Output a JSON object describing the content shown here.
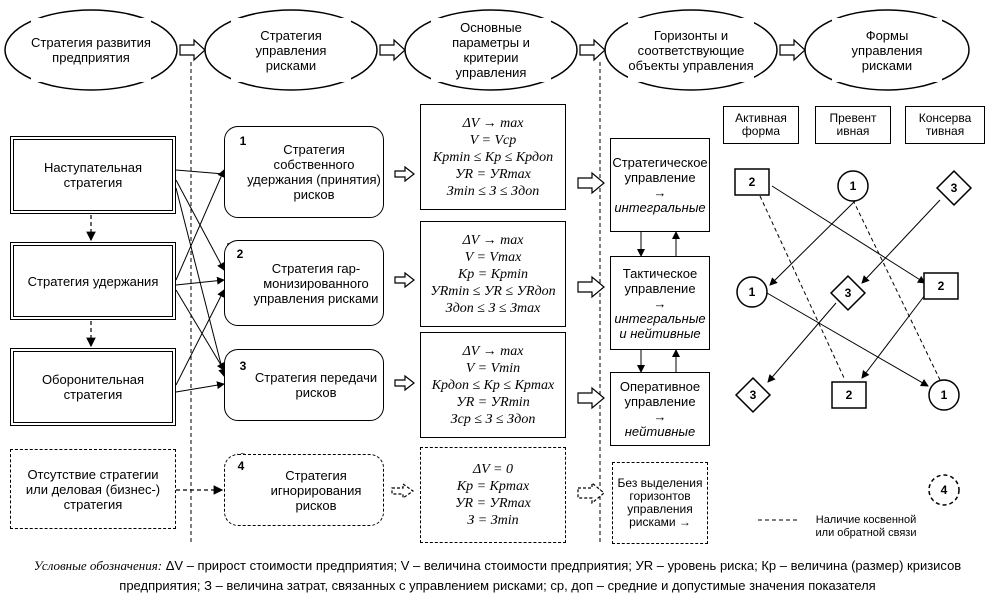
{
  "header": {
    "h1": "Стратегия развития предприятия",
    "h2": "Стратегия управления рисками",
    "h3": "Основные параметры и критерии управления",
    "h4": "Горизонты и соответствующие объекты управления",
    "h5": "Формы управления рисками"
  },
  "company_strategies": [
    "Наступательная стратегия",
    "Стратегия удержания",
    "Оборонительная стратегия",
    "Отсутствие стратегии или деловая (бизнес-) стратегия"
  ],
  "risk_strategies": [
    {
      "num": "1",
      "text": "Стратегия собственного удержания (принятия) рисков"
    },
    {
      "num": "2",
      "text": "Стратегия гар-монизированного управления рисками"
    },
    {
      "num": "3",
      "text": "Стратегия передачи рисков"
    },
    {
      "num": "4",
      "text": "Стратегия игнорирования рисков"
    }
  ],
  "criteria": [
    [
      "ΔV → max",
      "V = Vср",
      "Крmin ≤ Кр ≤ Крдоп",
      "УR = УRmax",
      "Зmin ≤ З ≤ Здоп"
    ],
    [
      "ΔV → max",
      "V = Vmax",
      "Кр = Крmin",
      "УRmin ≤ УR ≤ УRдоп",
      "Здоп ≤ З ≤ Зmax"
    ],
    [
      "ΔV → max",
      "V = Vmin",
      "Крдоп ≤ Кр ≤ Крmax",
      "УR = УRmin",
      "Зср ≤ З ≤ Здоп"
    ],
    [
      "ΔV = 0",
      "Кр = Крmax",
      "УR = УRmax",
      "З = Зmin"
    ]
  ],
  "horizons": [
    {
      "title": "Стратегическое управление",
      "arrow": "→",
      "obj": "интегральные"
    },
    {
      "title": "Тактическое управление",
      "arrow": "→",
      "obj": "интегральные и нейтивные"
    },
    {
      "title": "Оперативное управление",
      "arrow": "→",
      "obj": "нейтивные"
    },
    {
      "title": "Без выделения горизонтов управления рисками →",
      "arrow": "",
      "obj": ""
    }
  ],
  "forms": [
    "Активная форма",
    "Превент ивная",
    "Консерва тивная"
  ],
  "shape_nums": {
    "n1": "1",
    "n2": "2",
    "n3": "3",
    "n4": "4"
  },
  "legend": {
    "text": "Наличие косвенной или обратной связи"
  },
  "caption": {
    "prefix": "Условные обозначения:",
    "body": "ΔV – прирост стоимости предприятия; V – величина стоимости предприятия; УR – уровень риска; Кр – величина (размер) кризисов предприятия; З – величина затрат, связанных с управлением рисками; ср, доп – средние и допустимые значения показателя"
  }
}
